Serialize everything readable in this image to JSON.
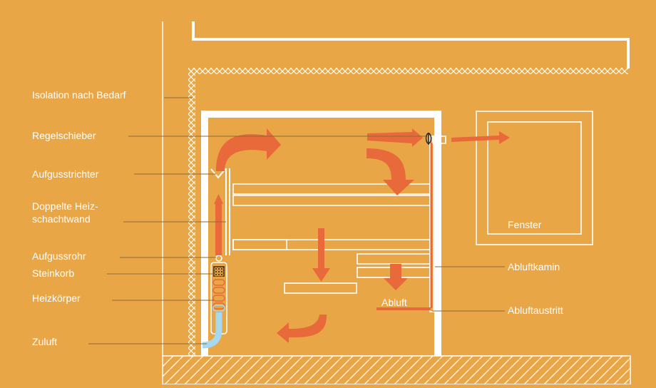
{
  "labels": {
    "isolation": "Isolation nach Bedarf",
    "regelschieber": "Regelschieber",
    "aufgusstrichter": "Aufgusstrichter",
    "doppelte_wand": "Doppelte Heiz-\nschachtwand",
    "aufgussrohr": "Aufgussrohr",
    "steinkorb": "Steinkorb",
    "heizkoerper": "Heizkörper",
    "zuluft": "Zuluft",
    "fenster": "Fenster",
    "abluftkamin": "Abluftkamin",
    "abluftaustritt": "Abluftaustritt",
    "abluft": "Abluft"
  },
  "colors": {
    "background": "#e9a646",
    "wall": "#ffffff",
    "arrow": "#e8693a",
    "cold_air": "#a6d8f0",
    "leader_line": "#8a6a3a"
  }
}
